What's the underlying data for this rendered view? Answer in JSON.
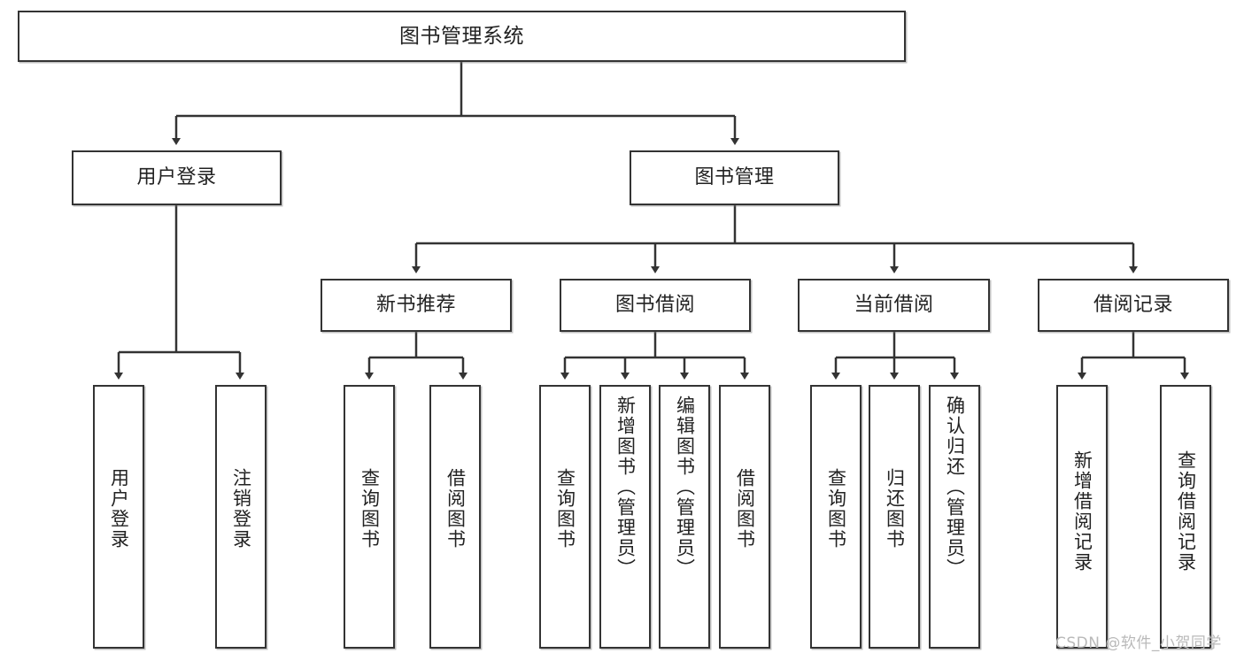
{
  "diagram": {
    "title": "图书管理系统",
    "type": "tree-hierarchy-chart",
    "watermark": "CSDN @软件_小贺同学",
    "colors": {
      "box_border": "#333333",
      "box_fill": "#ffffff",
      "edge": "#333333",
      "text": "#222222",
      "watermark": "#b9b9b9",
      "background": "#ffffff"
    },
    "root": {
      "label": "图书管理系统"
    },
    "level2": [
      {
        "label": "用户登录"
      },
      {
        "label": "图书管理"
      }
    ],
    "level3": [
      {
        "label": "新书推荐"
      },
      {
        "label": "图书借阅"
      },
      {
        "label": "当前借阅"
      },
      {
        "label": "借阅记录"
      }
    ],
    "leaves": {
      "user_login": [
        {
          "label": "用户登录"
        },
        {
          "label": "注销登录"
        }
      ],
      "new_book_recommend": [
        {
          "label": "查询图书"
        },
        {
          "label": "借阅图书"
        }
      ],
      "book_borrow": [
        {
          "label": "查询图书"
        },
        {
          "label": "新增图书（管理员）"
        },
        {
          "label": "编辑图书（管理员）"
        },
        {
          "label": "借阅图书"
        }
      ],
      "current_borrow": [
        {
          "label": "查询图书"
        },
        {
          "label": "归还图书"
        },
        {
          "label": "确认归还（管理员）"
        }
      ],
      "borrow_record": [
        {
          "label": "新增借阅记录"
        },
        {
          "label": "查询借阅记录"
        }
      ]
    }
  }
}
